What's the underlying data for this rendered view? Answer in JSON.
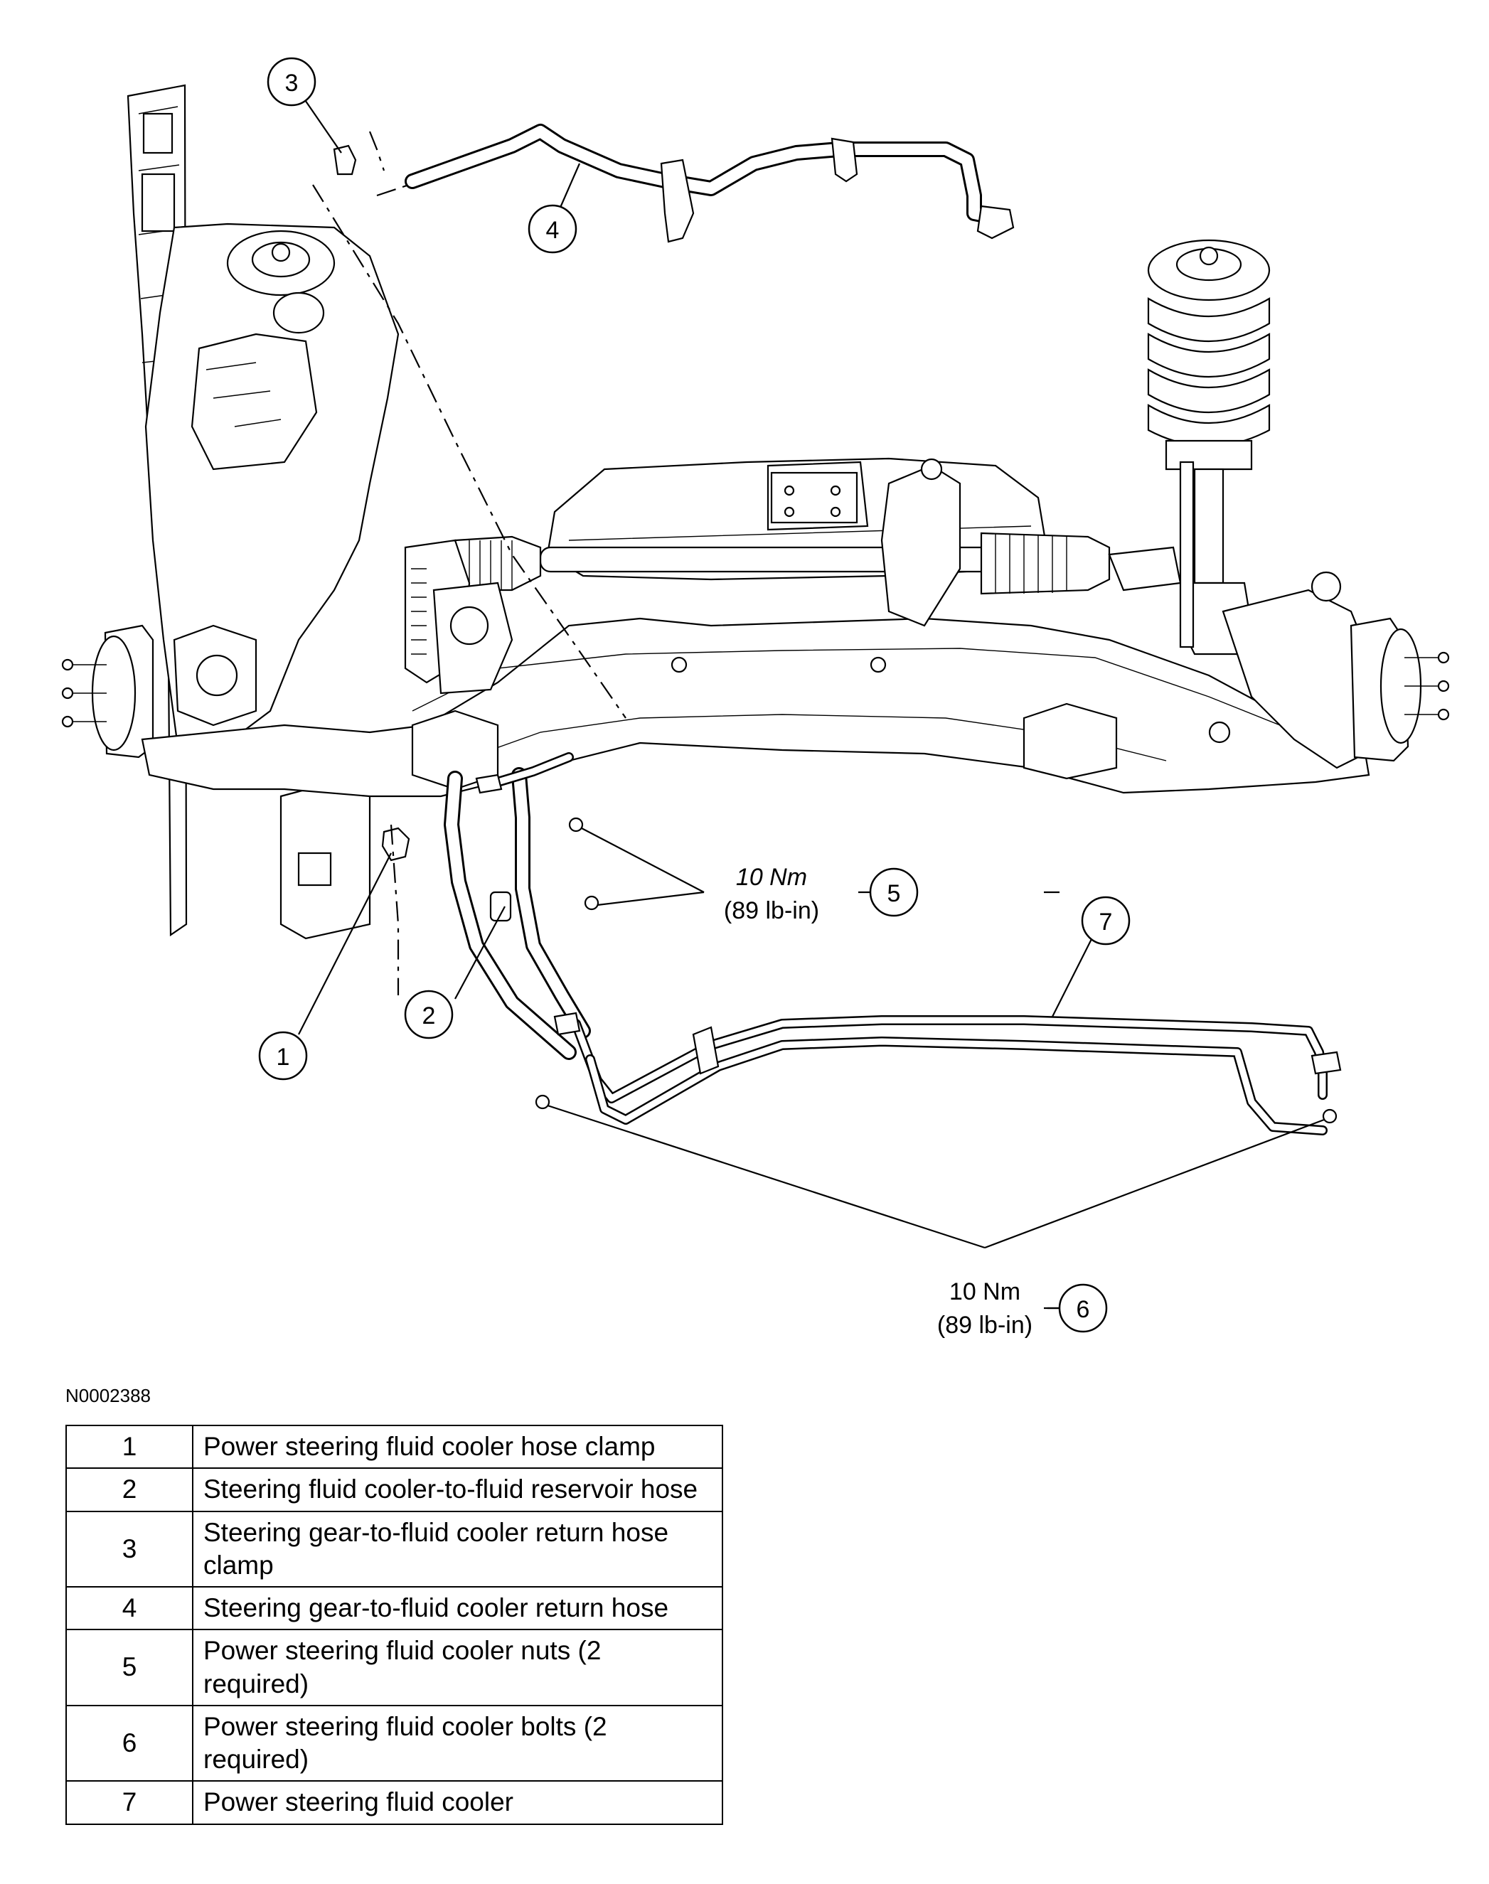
{
  "figure_id": "N0002388",
  "callouts": [
    "1",
    "2",
    "3",
    "4",
    "5",
    "6",
    "7"
  ],
  "torque_specs": {
    "nuts": {
      "metric": "10 Nm",
      "imperial": "(89 lb-in)",
      "callout": "5"
    },
    "bolts": {
      "metric": "10 Nm",
      "imperial": "(89 lb-in)",
      "callout": "6"
    }
  },
  "legend": [
    {
      "num": "1",
      "description": "Power steering fluid cooler hose clamp"
    },
    {
      "num": "2",
      "description": "Steering fluid cooler-to-fluid reservoir hose"
    },
    {
      "num": "3",
      "description": "Steering gear-to-fluid cooler return hose clamp"
    },
    {
      "num": "4",
      "description": "Steering gear-to-fluid cooler return hose"
    },
    {
      "num": "5",
      "description": "Power steering fluid cooler nuts (2 required)"
    },
    {
      "num": "6",
      "description": "Power steering fluid cooler bolts (2 required)"
    },
    {
      "num": "7",
      "description": "Power steering fluid cooler"
    }
  ]
}
